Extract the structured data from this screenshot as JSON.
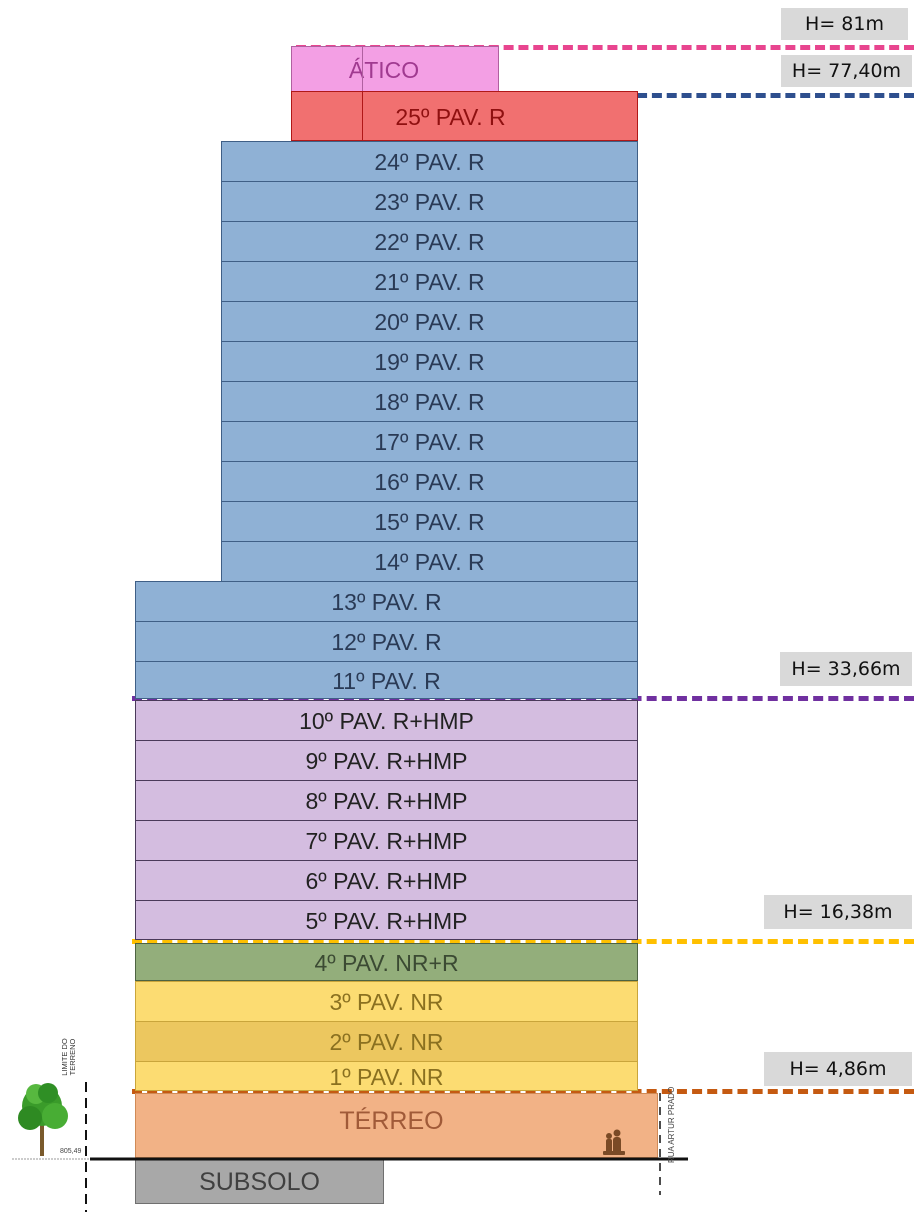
{
  "floors": {
    "atico": "ÁTICO",
    "f25": "25º PAV. R",
    "f24": "24º PAV. R",
    "f23": "23º PAV. R",
    "f22": "22º PAV. R",
    "f21": "21º PAV. R",
    "f20": "20º PAV. R",
    "f19": "19º PAV. R",
    "f18": "18º PAV. R",
    "f17": "17º PAV. R",
    "f16": "16º PAV. R",
    "f15": "15º PAV. R",
    "f14": "14º PAV. R",
    "f13": "13º PAV. R",
    "f12": "12º PAV. R",
    "f11": "11º PAV. R",
    "f10": "10º PAV. R+HMP",
    "f9": "9º PAV. R+HMP",
    "f8": "8º PAV. R+HMP",
    "f7": "7º PAV. R+HMP",
    "f6": "6º PAV. R+HMP",
    "f5": "5º PAV. R+HMP",
    "f4": "4º PAV. NR+R",
    "f3": "3º PAV. NR",
    "f2": "2º PAV. NR",
    "f1": "1º PAV. NR",
    "terreo": "TÉRREO",
    "subsolo": "SUBSOLO"
  },
  "heights": {
    "h81": "H= 81m",
    "h7740": "H= 77,40m",
    "h3366": "H= 33,66m",
    "h1638": "H= 16,38m",
    "h486": "H= 4,86m"
  },
  "colors": {
    "pink": "#e8458f",
    "blue": "#2e4f8e",
    "purple": "#7030a0",
    "yellow": "#ffc000",
    "orange": "#c55a11"
  },
  "site": {
    "limite": "LIMITE DO TERRENO",
    "level": "805,49",
    "rua": "RUA ARTUR PRADO"
  }
}
